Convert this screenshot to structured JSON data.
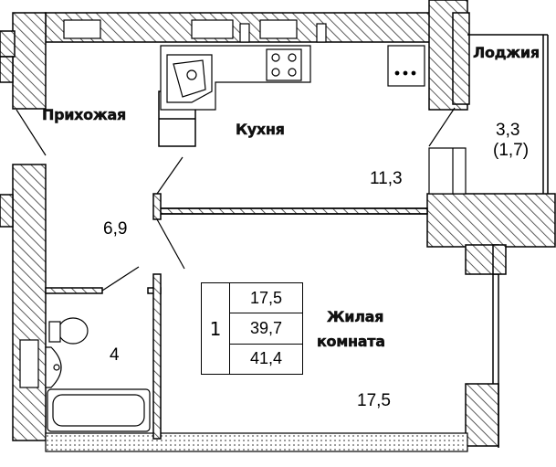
{
  "rooms": {
    "hallway": {
      "name": "Прихожая",
      "area": "6,9"
    },
    "kitchen": {
      "name": "Кухня",
      "area": "11,3"
    },
    "loggia": {
      "name": "Лоджия",
      "area": "3,3",
      "area_reduced": "(1,7)"
    },
    "bathroom": {
      "area": "4"
    },
    "living": {
      "name_line1": "Жилая",
      "name_line2": "комната",
      "area": "17,5"
    }
  },
  "summary": {
    "rooms_count": "1",
    "living_area": "17,5",
    "total_area": "39,7",
    "total_with_loggia": "41,4"
  },
  "colors": {
    "line": "#000000",
    "hatch": "#333333",
    "background": "#ffffff"
  }
}
